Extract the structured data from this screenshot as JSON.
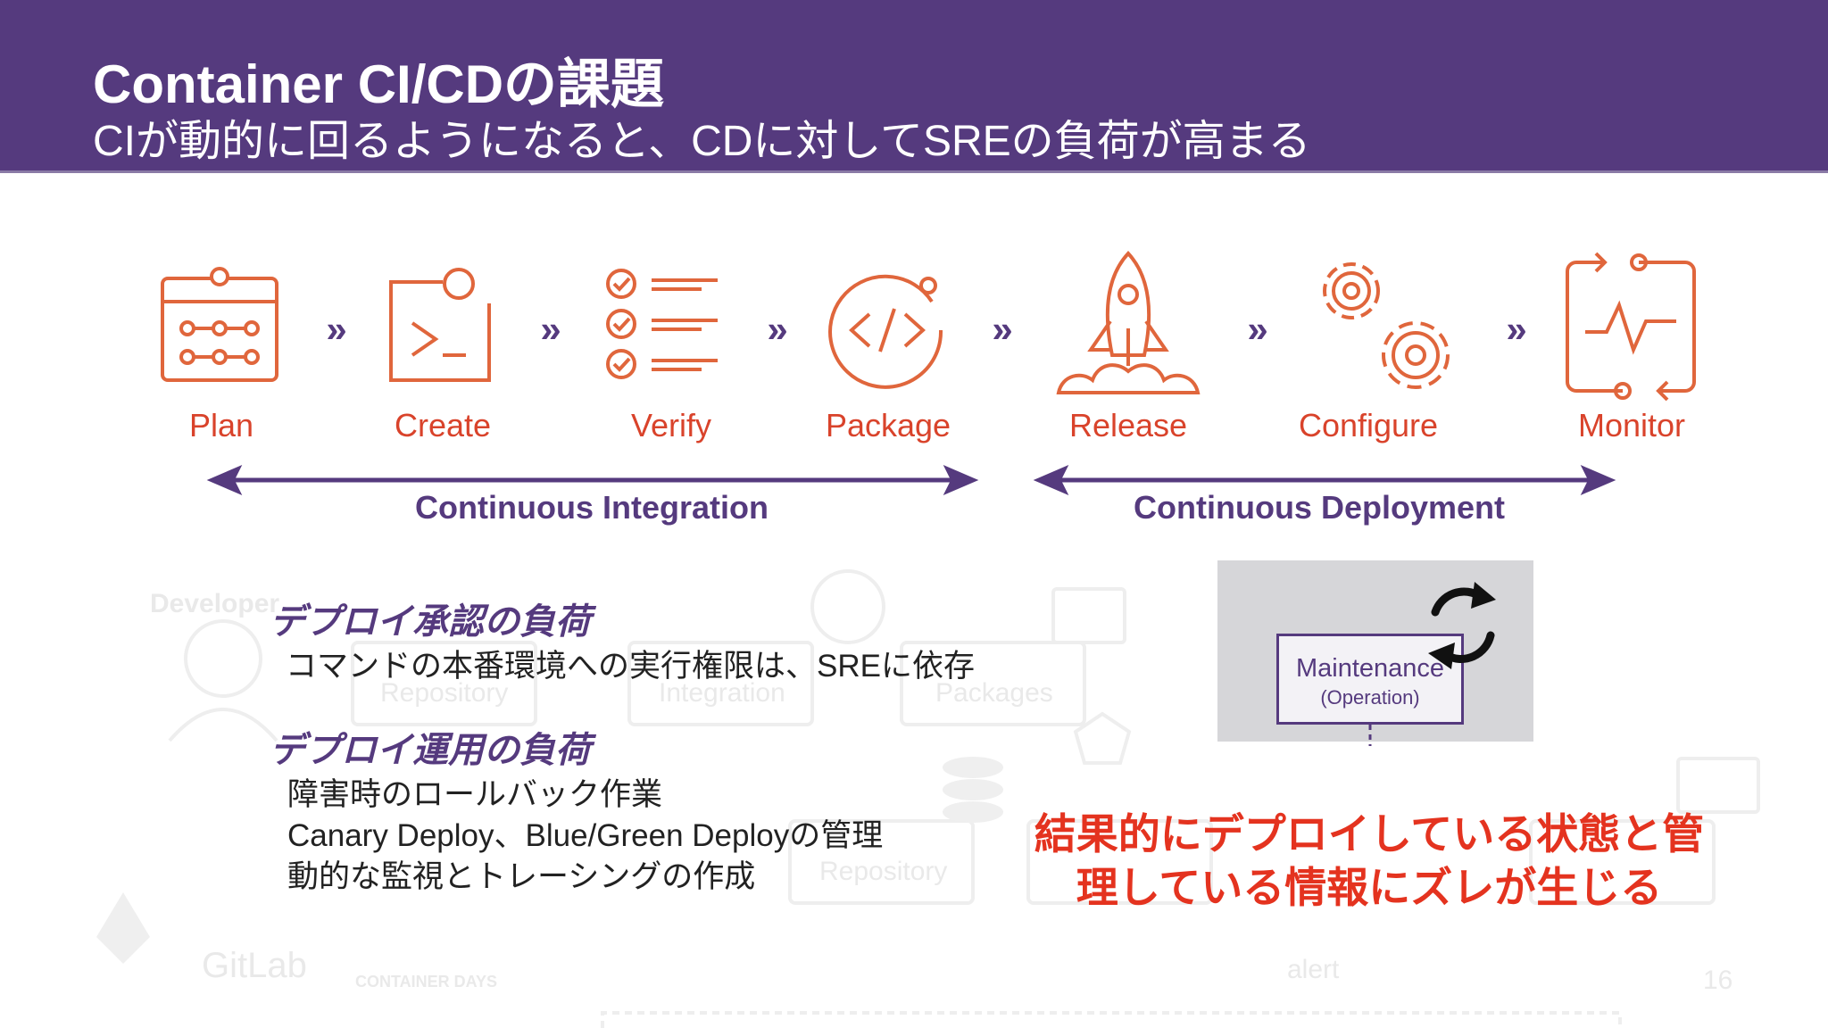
{
  "header": {
    "title": "Container CI/CDの課題",
    "subtitle": "CIが動的に回るようになると、CDに対してSREの負荷が高まる"
  },
  "pipeline": {
    "stages": [
      {
        "label": "Plan",
        "icon": "calendar-plan-icon"
      },
      {
        "label": "Create",
        "icon": "terminal-icon"
      },
      {
        "label": "Verify",
        "icon": "checklist-icon"
      },
      {
        "label": "Package",
        "icon": "code-package-icon"
      },
      {
        "label": "Release",
        "icon": "rocket-icon"
      },
      {
        "label": "Configure",
        "icon": "gears-icon"
      },
      {
        "label": "Monitor",
        "icon": "monitor-pulse-icon"
      }
    ],
    "separator": "»",
    "phases": {
      "ci": "Continuous Integration",
      "cd": "Continuous Deployment"
    },
    "colors": {
      "accent": "#553a7e",
      "stage": "#e0663c",
      "label": "#d9432b"
    }
  },
  "ghost": {
    "developer": "Developer",
    "repository": "Repository",
    "integration": "Integration",
    "packages": "Packages",
    "repository2": "Repository",
    "alert": "alert",
    "gitlab": "GitLab",
    "container_days": "CONTAINER DAYS",
    "page_number": "16"
  },
  "issues": [
    {
      "heading": "デプロイ承認の負荷",
      "lines": [
        "コマンドの本番環境への実行権限は、SREに依存"
      ]
    },
    {
      "heading": "デプロイ運用の負荷",
      "lines": [
        "障害時のロールバック作業",
        "Canary Deploy、Blue/Green Deployの管理",
        "動的な監視とトレーシングの作成"
      ]
    }
  ],
  "maintenance": {
    "title": "Maintenance",
    "subtitle": "(Operation)",
    "icon": "cycle-arrows-icon"
  },
  "conclusion": {
    "line1": "結果的にデプロイしている状態と管",
    "line2": "理している情報にズレが生じる",
    "color": "#e4331f"
  }
}
